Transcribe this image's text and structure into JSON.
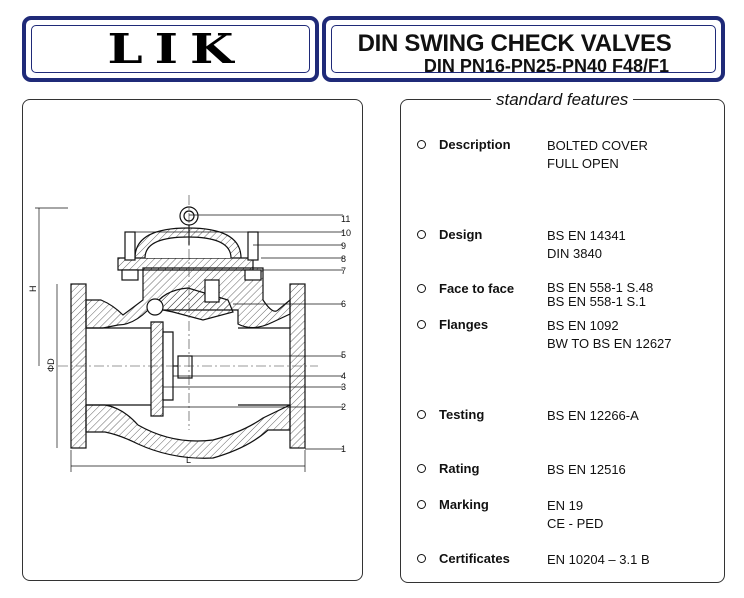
{
  "brand": {
    "logo_text": "LIK"
  },
  "title": {
    "main": "DIN SWING CHECK VALVES",
    "sub": "DIN PN16-PN25-PN40  F48/F1"
  },
  "drawing": {
    "part_numbers": [
      "11",
      "10",
      "9",
      "8",
      "7",
      "6",
      "5",
      "4",
      "3",
      "2",
      "1"
    ],
    "dim_height": "H",
    "dim_diameter": "ΦD",
    "dim_length": "L"
  },
  "features": {
    "heading": "standard features",
    "items": [
      {
        "label": "Description",
        "values": [
          "BOLTED COVER",
          "FULL OPEN"
        ]
      },
      {
        "label": "Design",
        "values": [
          "BS EN 14341",
          "DIN 3840"
        ]
      },
      {
        "label": "Face to face",
        "values": [
          "BS EN 558-1 S.48",
          "BS EN 558-1 S.1"
        ]
      },
      {
        "label": "Flanges",
        "values": [
          "BS EN 1092",
          "BW TO BS EN 12627"
        ]
      },
      {
        "label": "Testing",
        "values": [
          "BS EN 12266-A"
        ]
      },
      {
        "label": "Rating",
        "values": [
          "BS EN 12516"
        ]
      },
      {
        "label": "Marking",
        "values": [
          "EN 19",
          "CE - PED"
        ]
      },
      {
        "label": "Certificates",
        "values": [
          "EN 10204 – 3.1 B"
        ]
      }
    ]
  },
  "colors": {
    "frame": "#1f2a78",
    "text": "#111111"
  }
}
